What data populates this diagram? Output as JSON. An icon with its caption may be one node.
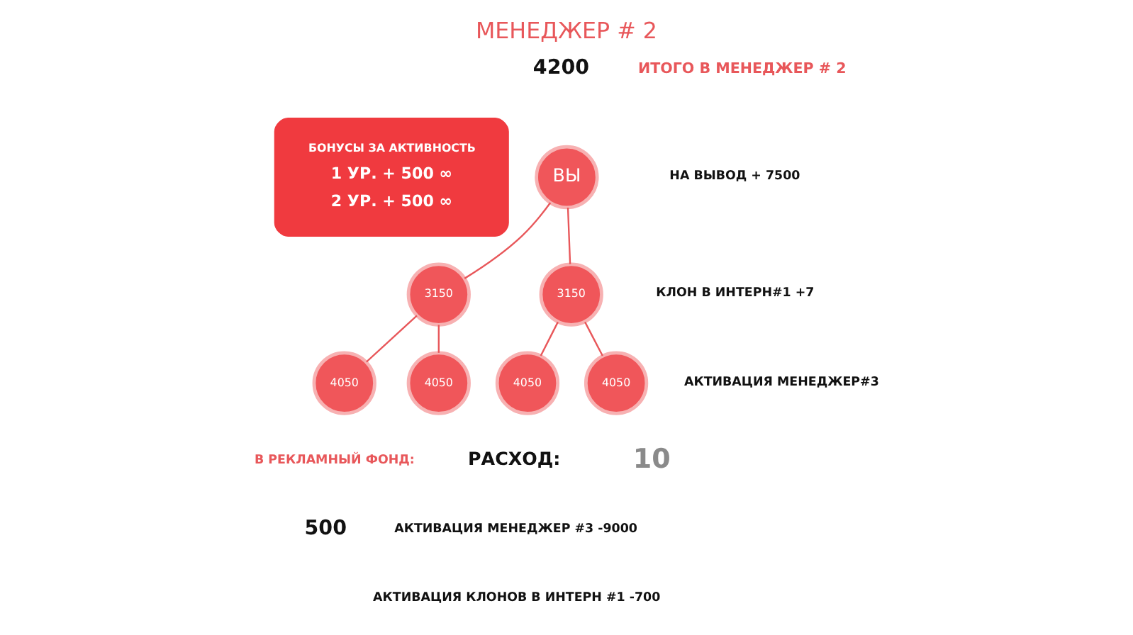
{
  "diagram": {
    "title": "МЕНЕДЖЕР # 2",
    "nodes": [
      {
        "text": [
          "БОНУСЫ ЗА АКТИВНОСТЬ",
          "1 УР. + 500 ∞",
          "2 УР. + 500 ∞"
        ]
      },
      {
        "text": [
          "ВЫ"
        ]
      },
      {
        "text": [
          "3150"
        ]
      },
      {
        "text": [
          "3150"
        ]
      },
      {
        "text": [
          "4050"
        ]
      },
      {
        "text": [
          "4050"
        ]
      },
      {
        "text": [
          "4050"
        ]
      },
      {
        "text": [
          "4050"
        ]
      }
    ],
    "edges": [
      {
        "from": 1,
        "to": 2,
        "arrow": "none"
      },
      {
        "from": 1,
        "to": 3,
        "arrow": "none"
      },
      {
        "from": 2,
        "to": 4,
        "arrow": "none"
      },
      {
        "from": 2,
        "to": 5,
        "arrow": "none"
      },
      {
        "from": 3,
        "to": 6,
        "arrow": "none"
      },
      {
        "from": 3,
        "to": 7,
        "arrow": "none"
      }
    ],
    "labels": [
      "4200",
      "ИТОГО В МЕНЕДЖЕР # 2",
      "НА ВЫВОД + 7500",
      "КЛОН В ИНТЕРН#1 +7",
      "АКТИВАЦИЯ МЕНЕДЖЕР#3",
      "РАСХОД:",
      "В РЕКЛАМНЫЙ ФОНД:",
      "500",
      "АКТИВАЦИЯ МЕНЕДЖЕР #3 -9000",
      "АКТИВАЦИЯ КЛОНОВ В ИНТЕРН #1 -700",
      "10"
    ]
  }
}
